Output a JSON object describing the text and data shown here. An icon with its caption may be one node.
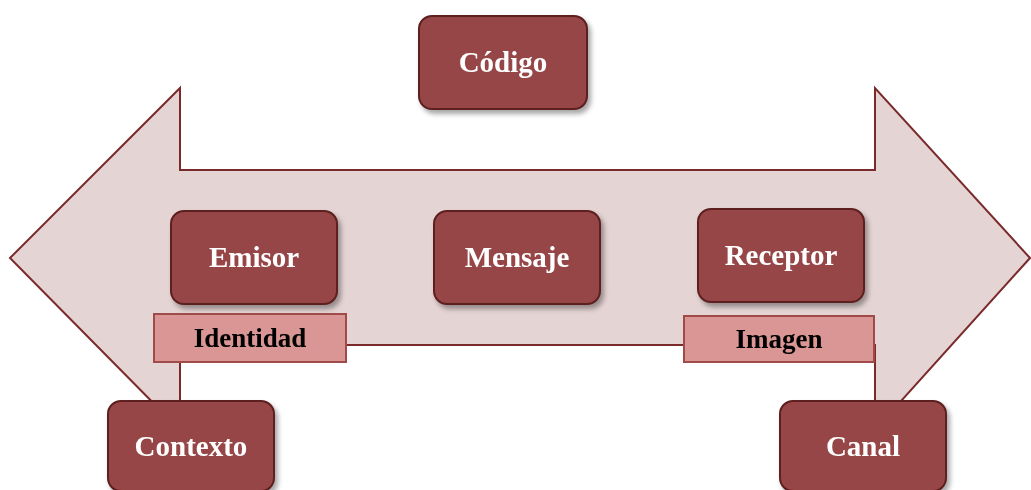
{
  "diagram": {
    "nodes": [
      {
        "text": [
          "Código"
        ]
      },
      {
        "text": [
          "Emisor"
        ]
      },
      {
        "text": [
          "Mensaje"
        ]
      },
      {
        "text": [
          "Receptor"
        ]
      },
      {
        "text": [
          "Identidad"
        ]
      },
      {
        "text": [
          "Imagen"
        ]
      },
      {
        "text": [
          "Contexto"
        ]
      },
      {
        "text": [
          "Canal"
        ]
      }
    ]
  }
}
